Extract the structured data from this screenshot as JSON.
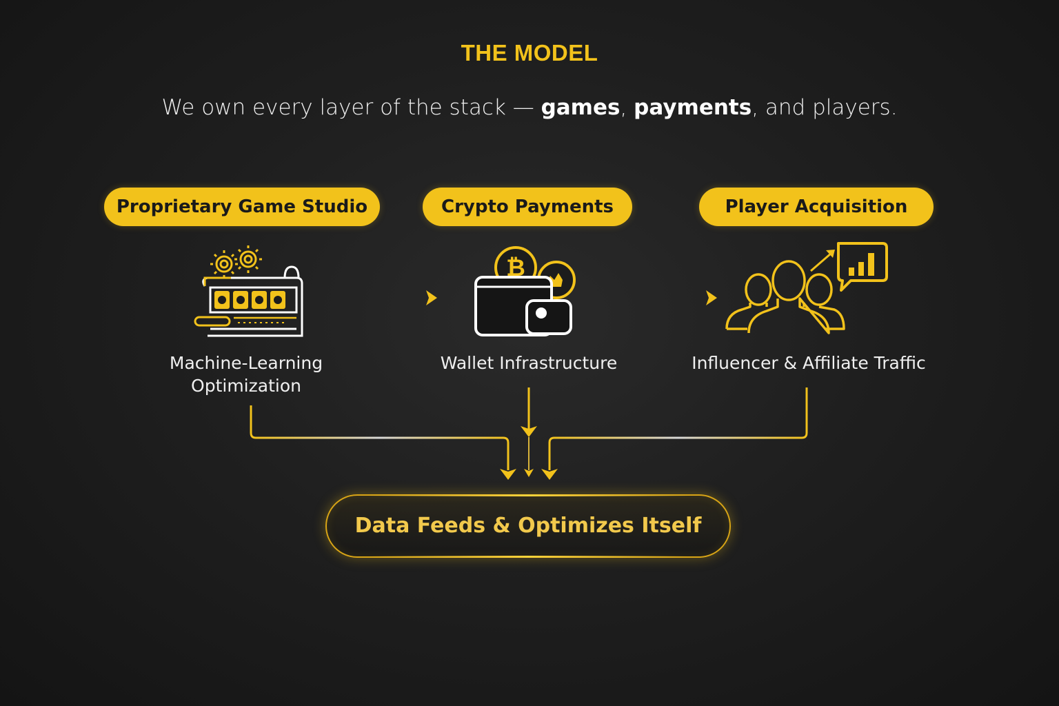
{
  "header": {
    "title": "THE MODEL",
    "subtitle_parts": {
      "lead": "We own every layer of the stack — ",
      "games": "games",
      "sep1": ", ",
      "payments": "payments",
      "sep2": ", and players."
    }
  },
  "pillars": [
    {
      "title": "Proprietary Game Studio",
      "icon": "slot-machine-gears-icon",
      "label_line1": "Machine-Learning",
      "label_line2": "Optimization"
    },
    {
      "title": "Crypto Payments",
      "icon": "wallet-crypto-coins-icon",
      "label_line1": "Wallet Infrastructure"
    },
    {
      "title": "Player Acquisition",
      "icon": "users-growth-chart-icon",
      "label_line1": "Influencer & Affiliate Traffic"
    }
  ],
  "result": {
    "label": "Data Feeds & Optimizes Itself"
  },
  "colors": {
    "accent": "#f2c21b",
    "background": "#1e1e1e",
    "text": "#f0f0f0",
    "icon_outline": "#ffffff"
  }
}
